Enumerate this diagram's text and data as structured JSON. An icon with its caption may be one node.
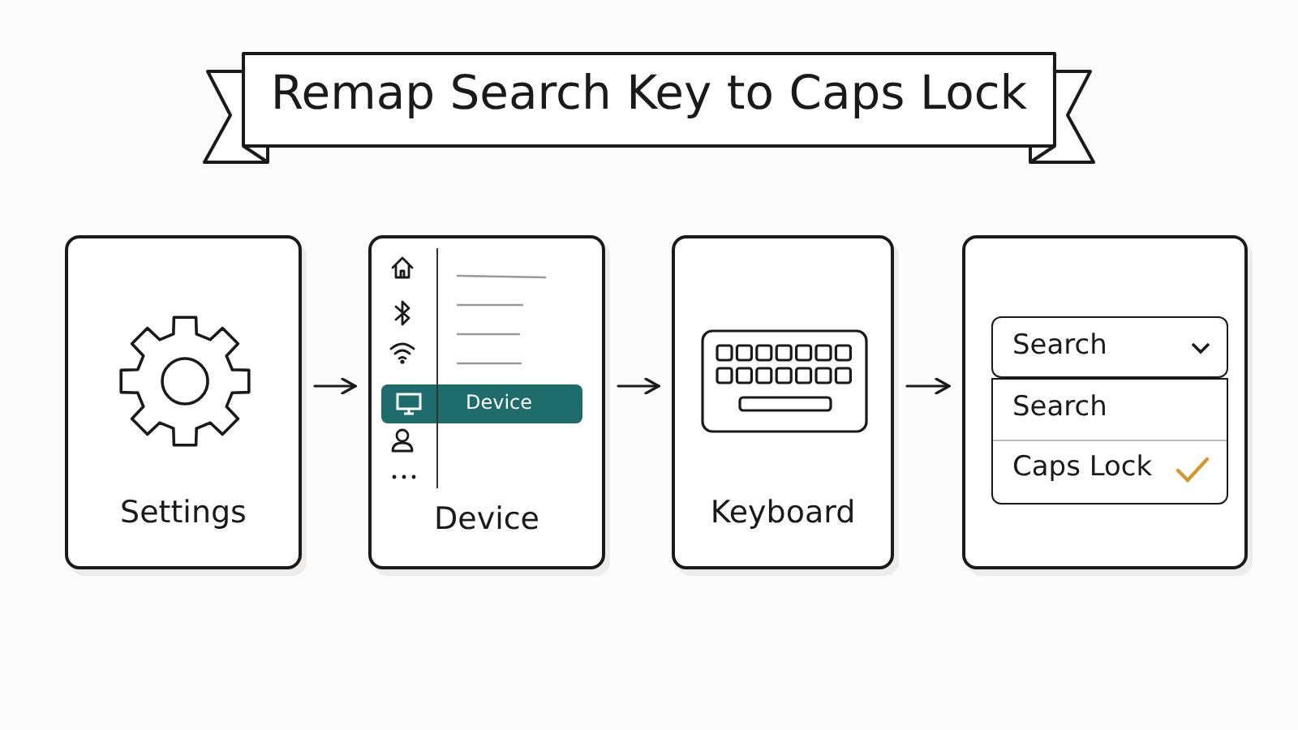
{
  "diagram": {
    "title": "Remap Search Key to Caps Lock",
    "nodes": [
      {
        "text": [
          "Settings"
        ]
      },
      {
        "text": [
          "Device"
        ]
      },
      {
        "text": [
          "Device"
        ],
        "in": 1
      },
      {
        "text": [
          "Keyboard"
        ]
      },
      {
        "text": [],
        "shape": "box"
      },
      {
        "text": [
          "Search"
        ],
        "in": 4
      },
      {
        "text": [
          "Search",
          "Caps Lock"
        ],
        "in": 4
      }
    ],
    "edges": [
      {
        "from": 0,
        "to": 1,
        "arrow": "to"
      },
      {
        "from": 1,
        "to": 3,
        "arrow": "to"
      },
      {
        "from": 3,
        "to": 4,
        "arrow": "to"
      }
    ]
  }
}
